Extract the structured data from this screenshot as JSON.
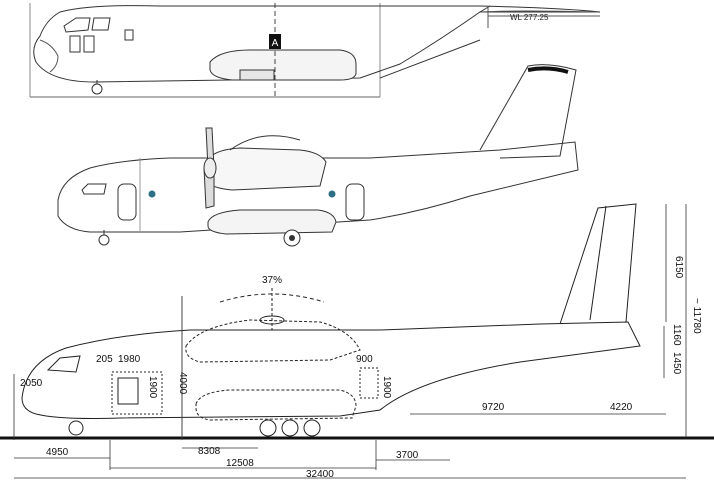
{
  "panel_top": {
    "waterline_label": "WL 277.25",
    "section_marker": "A"
  },
  "panel_bottom": {
    "dimensions": {
      "prop_angle": "37%",
      "door_width": "205",
      "door_span": "1980",
      "nose_height": "2050",
      "cargo_height": "4000",
      "door_height": "1900",
      "rear_door_width": "900",
      "rear_door_height": "1900",
      "nose_to_wing": "4950",
      "cabin_length": "8308",
      "cabin_overall": "12508",
      "overall_length": "32400",
      "gear_base": "3700",
      "tail_length": "9720",
      "fin_length": "4220",
      "fin_height": "6150",
      "fuselage_upper": "1160",
      "fuselage_lower": "1450",
      "overall_height": "~ 11780"
    }
  }
}
